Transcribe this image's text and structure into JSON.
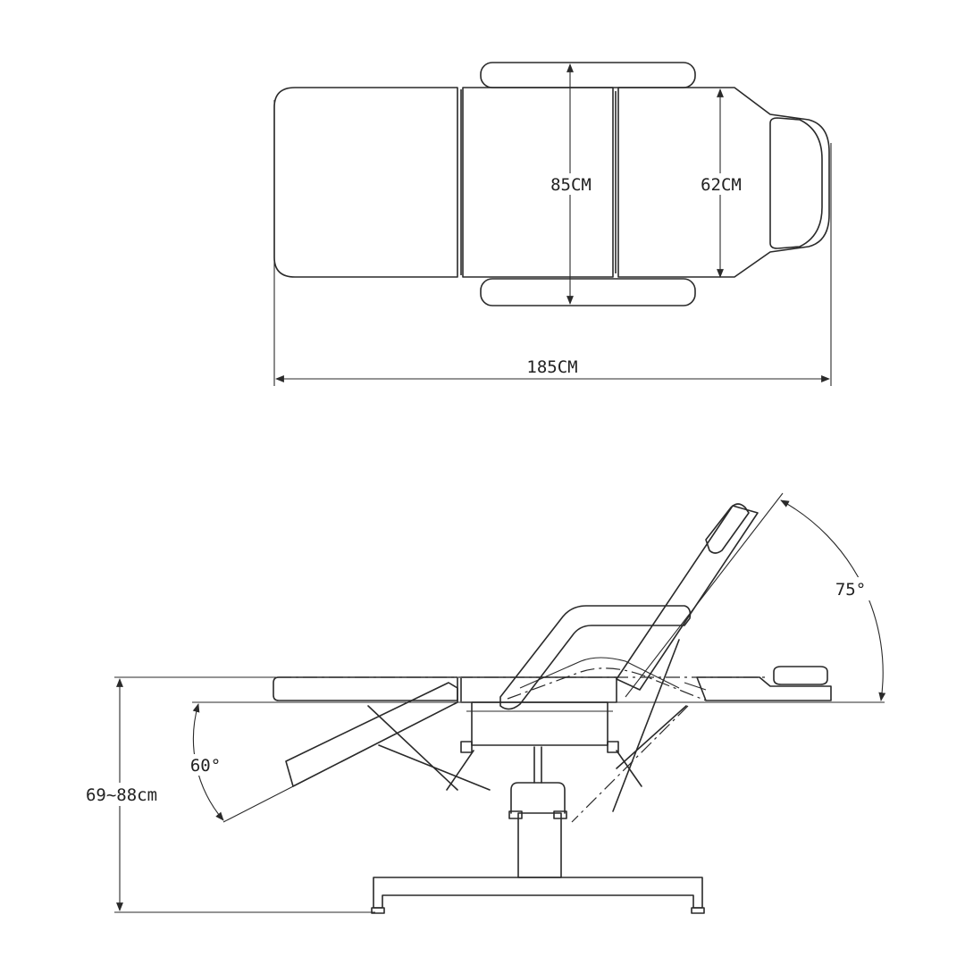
{
  "dimensions": {
    "width_label": "85CM",
    "head_width_label": "62CM",
    "length_label": "185CM",
    "height_label": "69~88cm",
    "leg_angle_label": "60°",
    "back_angle_label": "75°"
  },
  "colors": {
    "line": "#2a2a2a",
    "background": "#ffffff"
  }
}
